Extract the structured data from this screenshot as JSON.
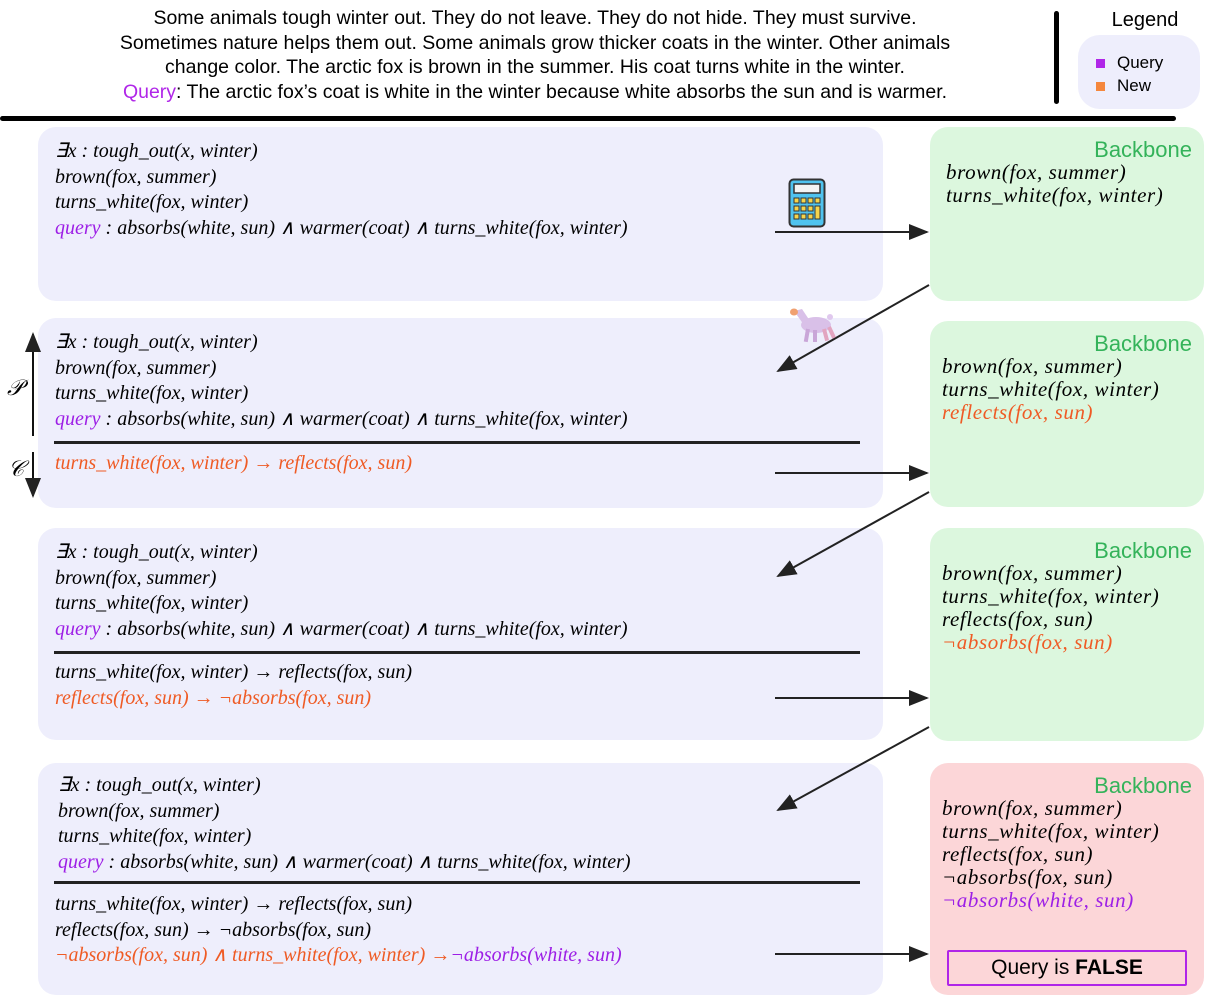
{
  "story": {
    "lines": [
      "Some animals tough winter out. They do not leave. They do not hide. They must survive.",
      "Sometimes nature helps them out. Some animals grow thicker coats in the winter. Other animals",
      "change color. The arctic fox is brown in the summer. His coat turns white in the winter."
    ],
    "query_label": "Query",
    "query_text": ": The arctic fox’s coat is white in the winter because white absorbs the sun and is warmer."
  },
  "legend": {
    "title": "Legend",
    "items": [
      {
        "label": "Query",
        "color": "#b026e8"
      },
      {
        "label": "New",
        "color": "#f5873d"
      }
    ]
  },
  "colors": {
    "query": "#9d1fe6",
    "new": "#ef5b25",
    "backbone_title": "#34b35a",
    "panel_bg": "#eeeefc",
    "backbone_bg": "#dcf7de",
    "final_bg": "#fcd6d8"
  },
  "side_labels": {
    "premises": "𝒫",
    "conclusions": "𝒞"
  },
  "icons": {
    "tool": "calculator-icon",
    "model": "llama-icon"
  },
  "premises": {
    "exists": "∃x : tough_out(x, winter)",
    "brown": "brown(fox, summer)",
    "turns_white": "turns_white(fox, winter)",
    "query_label": "query",
    "query_body": " : absorbs(white, sun) ∧ warmer(coat) ∧ turns_white(fox, winter)"
  },
  "steps": [
    {
      "conclusions": [],
      "backbone_title": "Backbone",
      "backbone": [
        {
          "text": "brown(fox, summer)",
          "kind": "normal"
        },
        {
          "text": "turns_white(fox, winter)",
          "kind": "normal"
        }
      ]
    },
    {
      "conclusions": [
        {
          "text": "turns_white(fox, winter) → reflects(fox, sun)",
          "kind": "new"
        }
      ],
      "backbone_title": "Backbone",
      "backbone": [
        {
          "text": "brown(fox, summer)",
          "kind": "normal"
        },
        {
          "text": "turns_white(fox, winter)",
          "kind": "normal"
        },
        {
          "text": "reflects(fox, sun)",
          "kind": "new"
        }
      ]
    },
    {
      "conclusions": [
        {
          "text": "turns_white(fox, winter) → reflects(fox, sun)",
          "kind": "normal"
        },
        {
          "text": "reflects(fox, sun) → ¬absorbs(fox, sun)",
          "kind": "new"
        }
      ],
      "backbone_title": "Backbone",
      "backbone": [
        {
          "text": "brown(fox, summer)",
          "kind": "normal"
        },
        {
          "text": "turns_white(fox, winter)",
          "kind": "normal"
        },
        {
          "text": "reflects(fox, sun)",
          "kind": "normal"
        },
        {
          "text": "¬absorbs(fox, sun)",
          "kind": "new"
        }
      ]
    },
    {
      "conclusions": [
        {
          "text": "turns_white(fox, winter) → reflects(fox, sun)",
          "kind": "normal"
        },
        {
          "text": "reflects(fox, sun) → ¬absorbs(fox, sun)",
          "kind": "normal"
        },
        {
          "parts": [
            {
              "text": "¬absorbs(fox, sun) ∧ turns_white(fox, winter) →",
              "kind": "new"
            },
            {
              "text": "¬absorbs(white, sun)",
              "kind": "query"
            }
          ]
        }
      ],
      "backbone_title": "Backbone",
      "backbone": [
        {
          "text": "brown(fox, summer)",
          "kind": "normal"
        },
        {
          "text": "turns_white(fox, winter)",
          "kind": "normal"
        },
        {
          "text": "reflects(fox, sun)",
          "kind": "normal"
        },
        {
          "text": "¬absorbs(fox, sun)",
          "kind": "normal"
        },
        {
          "text": "¬absorbs(white, sun)",
          "kind": "query"
        }
      ],
      "result_prefix": "Query is ",
      "result_value": "FALSE"
    }
  ]
}
